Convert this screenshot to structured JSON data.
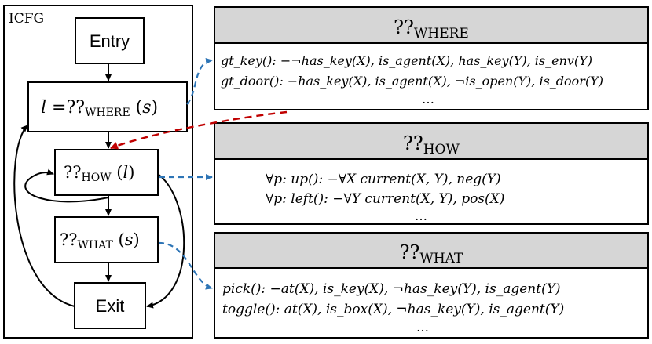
{
  "icfg": {
    "title": "ICFG",
    "entry": "Entry",
    "where_node": "l =??WHERE (s)",
    "how_node": "??HOW (l)",
    "what_node": "??WHAT (s)",
    "exit": "Exit"
  },
  "panels": {
    "where": {
      "header": "??WHERE",
      "lines": [
        "gt_key(): −¬has_key(X), is_agent(X), has_key(Y), is_env(Y)",
        "gt_door(): −has_key(X), is_agent(X), ¬is_open(Y), is_door(Y)",
        "…"
      ]
    },
    "how": {
      "header": "??HOW",
      "lines": [
        "∀p:  up(): −∀X current(X, Y), neg(Y)",
        "∀p:  left(): −∀Y current(X, Y), pos(X)",
        "…"
      ]
    },
    "what": {
      "header": "??WHAT",
      "lines": [
        "pick(): −at(X), is_key(X), ¬has_key(Y), is_agent(Y)",
        "toggle(): at(X), is_box(X), ¬has_key(Y), is_agent(Y)",
        "…"
      ]
    }
  },
  "colors": {
    "panel_header_bg": "#d6d6d6",
    "dashed_blue": "#2e75b6",
    "dashed_red": "#c00000"
  }
}
